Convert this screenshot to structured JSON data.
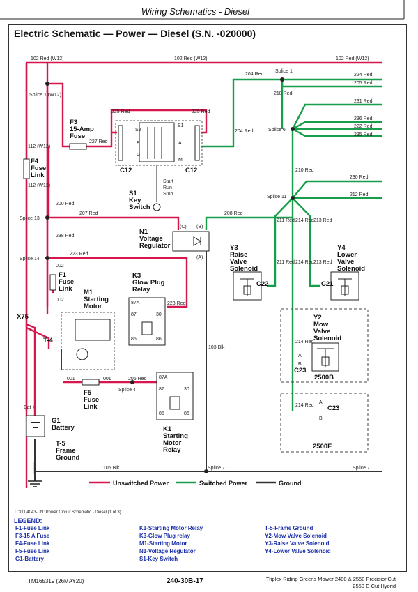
{
  "header": {
    "section": "Wiring Schematics - Diesel"
  },
  "title": "Electric Schematic — Power — Diesel (S.N. -020000)",
  "colors": {
    "unswitched": "#d6174b",
    "switched": "#169e4a",
    "ground": "#333333",
    "legend_text": "#1a2fa8"
  },
  "wire_labels": {
    "w102a": "102 Red (W12)",
    "w102b": "102 Red (W12)",
    "w102c": "102 Red (W12)",
    "w204a": "204 Red",
    "w224": "224 Red",
    "w205": "205 Red",
    "w218": "218 Red",
    "w231": "231 Red",
    "w236": "236 Red",
    "w222": "222 Red",
    "w235": "235 Red",
    "w225a": "225 Red",
    "w225b": "225 Red",
    "w227": "227 Red",
    "w204b": "204 Red",
    "w112a": "112 (W12)",
    "w112b": "112 (W12)",
    "w210": "210 Red",
    "w230": "230 Red",
    "w212": "212 Red",
    "w200": "200 Red",
    "w207": "207 Red",
    "w238": "238 Red",
    "w208": "208 Red",
    "w211a": "211 Red",
    "w214a": "214 Red",
    "w213a": "213 Red",
    "w223a": "223 Red",
    "w002a": "002",
    "w002b": "002",
    "w223b": "223 Red",
    "w211b": "211 Red",
    "w214b": "214 Red",
    "w213b": "213 Red",
    "w103": "103 Blk",
    "w214c": "214 Red",
    "w001a": "001",
    "w001b": "001",
    "w206": "206 Red",
    "w214d": "214 Red",
    "w105": "105 Blk"
  },
  "nodes": {
    "splice1": "Splice 1",
    "splice1_w": "Splice 1 (W12)",
    "splice6": "Splice 6",
    "splice11": "Splice 11",
    "splice13": "Splice 13",
    "splice14": "Splice 14",
    "splice4": "Splice 4",
    "splice7a": "Splice 7",
    "splice7b": "Splice 7",
    "x75": "X75",
    "t4": "T-4",
    "bat": "Bat +"
  },
  "components": {
    "f3": [
      "F3",
      "15-Amp",
      "Fuse"
    ],
    "f4": [
      "F4",
      "Fuse",
      "Link"
    ],
    "c12a": "C12",
    "c12b": "C12",
    "s1": [
      "S1",
      "Key",
      "Switch"
    ],
    "s1_pins": [
      "S2",
      "S1",
      "B",
      "A",
      "G",
      "M"
    ],
    "s1_pos": [
      "Start",
      "Run",
      "Stop"
    ],
    "n1": [
      "N1",
      "Voltage",
      "Regulator"
    ],
    "n1_pins": [
      "(C)",
      "(B)",
      "(A)"
    ],
    "y3": [
      "Y3",
      "Raise",
      "Valve",
      "Solenoid"
    ],
    "c22": "C22",
    "y4": [
      "Y4",
      "Lower",
      "Valve",
      "Solenoid"
    ],
    "c21": "C21",
    "y2": [
      "Y2",
      "Mow",
      "Valve",
      "Solenoid"
    ],
    "c23a": "C23",
    "c23b": "C23",
    "c23_pins": [
      "A",
      "B"
    ],
    "c23b_pins": [
      "A",
      "B"
    ],
    "box2500b": "2500B",
    "box2500e": "2500E",
    "f1": [
      "F1",
      "Fuse",
      "Link"
    ],
    "m1": [
      "M1",
      "Starting",
      "Motor"
    ],
    "k3": [
      "K3",
      "Glow Plug",
      "Relay"
    ],
    "k3_pins": [
      "87A",
      "87",
      "30",
      "85",
      "86"
    ],
    "f5": [
      "F5",
      "Fuse",
      "Link"
    ],
    "k1": [
      "K1",
      "Starting",
      "Motor",
      "Relay"
    ],
    "k1_pins": [
      "87A",
      "87",
      "30",
      "85",
      "86"
    ],
    "g1": [
      "G1",
      "Battery"
    ],
    "t5": [
      "T-5",
      "Frame",
      "Ground"
    ]
  },
  "key": {
    "unswitched": "Unswitched Power",
    "switched": "Switched Power",
    "ground": "Ground"
  },
  "caption": "TCT004043-UN: Power Circuit Schematic - Diesel (1 of 3)",
  "legend": {
    "heading": "LEGEND:",
    "col1": [
      "F1-Fuse Link",
      "F3-15 A Fuse",
      "F4-Fuse Link",
      "F5-Fuse Link",
      "G1-Battery"
    ],
    "col2": [
      "K1-Starting Motor Relay",
      "K3-Glow Plug relay",
      "M1-Starting Motor",
      "N1-Voltage Regulator",
      "S1-Key Switch"
    ],
    "col3": [
      "T-5-Frame Ground",
      "Y2-Mow Valve Solenoid",
      "Y3-Raise Valve Solenoid",
      "Y4-Lower Valve Solenoid"
    ]
  },
  "footer": {
    "doc_id": "TM165319 (26MAY20)",
    "page": "240-30B-17",
    "product_1": "Triplex Riding Greens Mower 2400 & 2550 PrecisionCut",
    "product_2": "2550 E-Cut Hyorid"
  }
}
